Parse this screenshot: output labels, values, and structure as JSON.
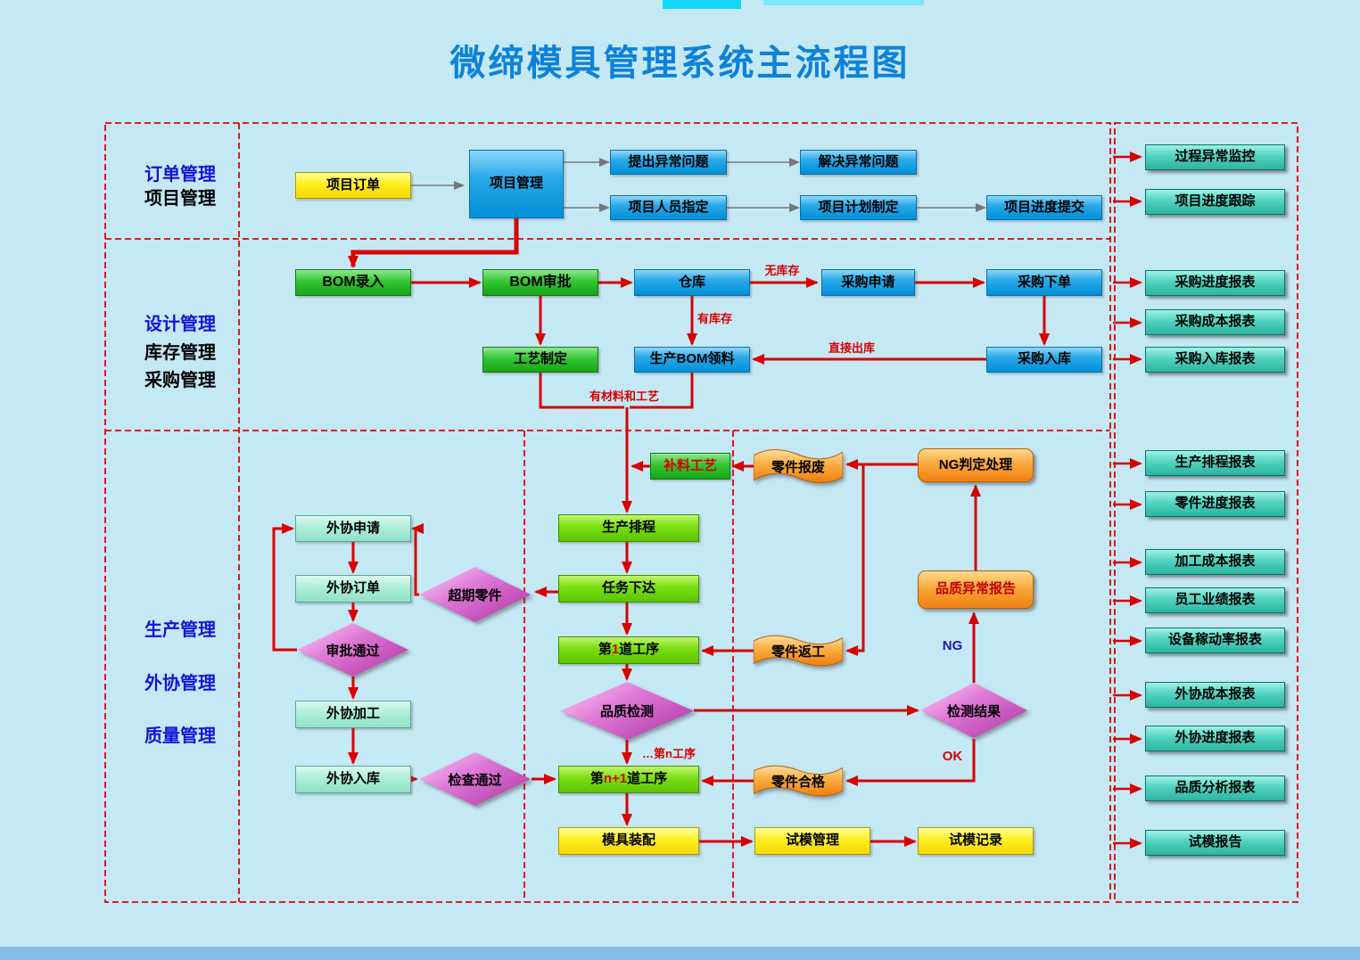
{
  "title": "微缔模具管理系统主流程图",
  "sidebar": {
    "order_mgmt": "订单管理",
    "project_mgmt": "项目管理",
    "design_mgmt": "设计管理",
    "inventory_mgmt": "库存管理",
    "purchase_mgmt": "采购管理",
    "production_mgmt": "生产管理",
    "outsource_mgmt": "外协管理",
    "quality_mgmt": "质量管理"
  },
  "nodes": {
    "project_order": "项目订单",
    "project_mgmt": "项目管理",
    "raise_issue": "提出异常问题",
    "resolve_issue": "解决异常问题",
    "assign_staff": "项目人员指定",
    "plan_making": "项目计划制定",
    "progress_submit": "项目进度提交",
    "bom_entry": "BOM录入",
    "bom_approve": "BOM审批",
    "warehouse": "仓库",
    "purchase_request": "采购申请",
    "purchase_order": "采购下单",
    "process_design": "工艺制定",
    "bom_picking": "生产BOM领料",
    "purchase_inbound": "采购入库",
    "refill_process": "补料工艺",
    "part_scrap": "零件报废",
    "ng_handling": "NG判定处理",
    "prod_schedule": "生产排程",
    "task_dispatch": "任务下达",
    "quality_check": "品质检测",
    "mold_assembly": "模具装配",
    "trial_mgmt": "试模管理",
    "trial_record": "试模记录",
    "outsource_request": "外协申请",
    "outsource_order": "外协订单",
    "overdue_parts": "超期零件",
    "approval_pass": "审批通过",
    "outsource_process": "外协加工",
    "outsource_inbound": "外协入库",
    "inspect_pass": "检查通过",
    "part_rework": "零件返工",
    "quality_exception_report": "品质异常报告",
    "inspect_result": "检测结果",
    "part_qualified": "零件合格"
  },
  "process_step_1": {
    "prefix": "第",
    "num": "1",
    "suffix": "道工序"
  },
  "process_step_n1": {
    "prefix": "第",
    "num": "n+1",
    "suffix": "道工序"
  },
  "reports": {
    "process_monitor": "过程异常监控",
    "progress_track": "项目进度跟踪",
    "purchase_progress": "采购进度报表",
    "purchase_cost": "采购成本报表",
    "purchase_inbound": "采购入库报表",
    "prod_schedule": "生产排程报表",
    "part_progress": "零件进度报表",
    "machining_cost": "加工成本报表",
    "employee_perf": "员工业绩报表",
    "equipment_util": "设备稼动率报表",
    "outsource_cost": "外协成本报表",
    "outsource_progress": "外协进度报表",
    "quality_analysis": "品质分析报表",
    "trial_report": "试模报告"
  },
  "edge_labels": {
    "no_stock": "无库存",
    "has_stock": "有库存",
    "direct_outbound": "直接出库",
    "material_ready": "有材料和工艺",
    "nth_process": "…第n工序",
    "ng": "NG",
    "ok": "OK"
  },
  "colors": {
    "background": "#c5e8f5",
    "title_blue": "#0e82d8",
    "arrow_red": "#d90000",
    "arrow_gray": "#7a7a7a",
    "dashed_border": "#e60000",
    "sidebar_blue": "#1414d6"
  }
}
